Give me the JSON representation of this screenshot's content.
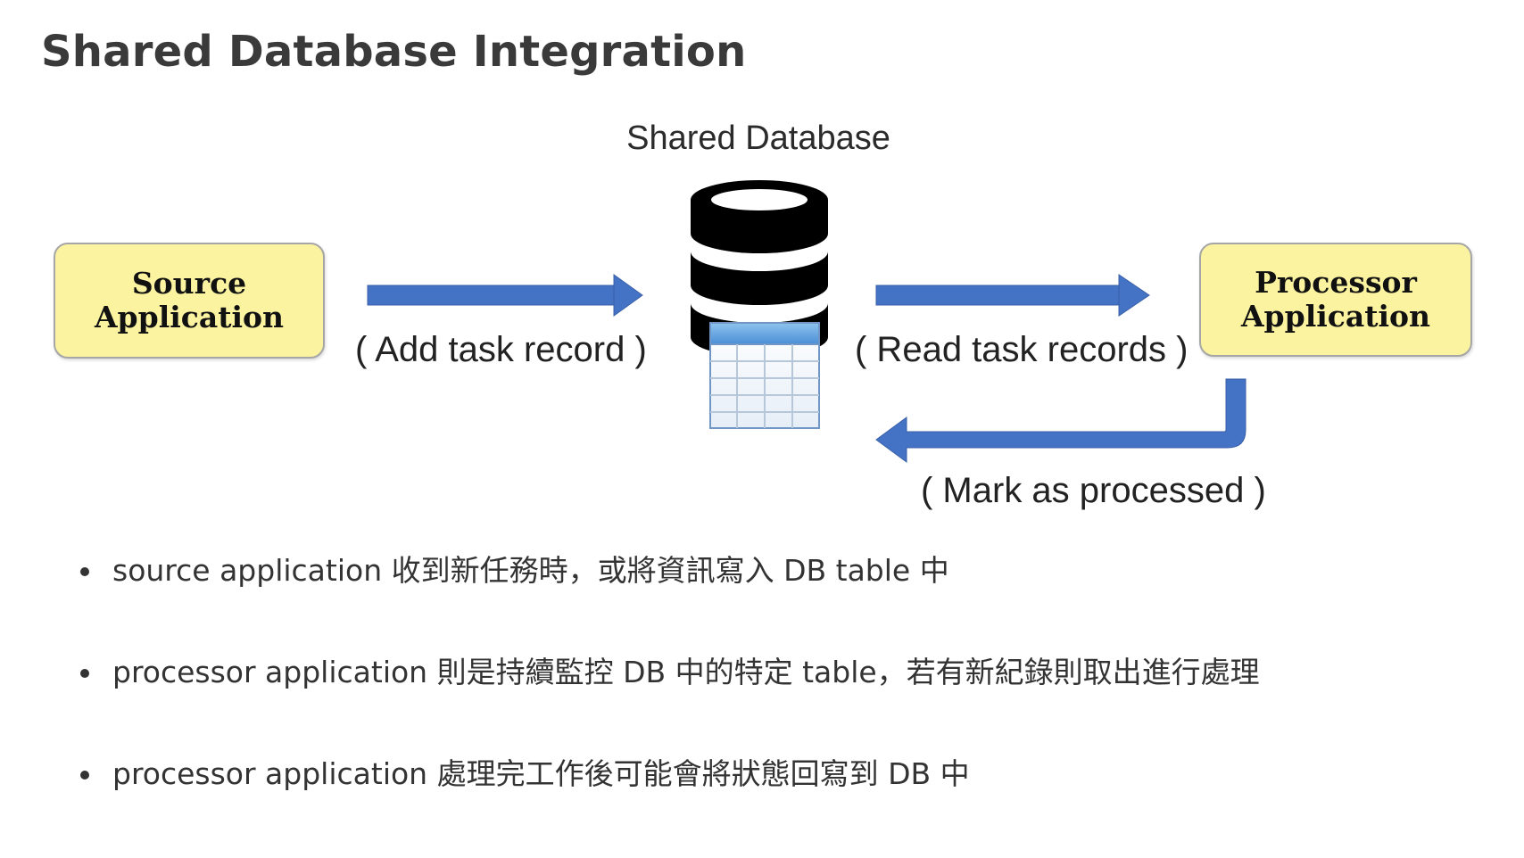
{
  "page": {
    "title": "Shared Database Integration"
  },
  "diagram": {
    "database_label": "Shared Database",
    "source_app": {
      "line1": "Source",
      "line2": "Application",
      "fill_color": "#fbf3a0"
    },
    "processor_app": {
      "line1": "Processor",
      "line2": "Application",
      "fill_color": "#fbf3a0"
    },
    "arrows": {
      "color": "#4472c4",
      "add_label": "( Add task record )",
      "read_label": "( Read task records )",
      "mark_label": "( Mark as processed )"
    },
    "icons": {
      "database": "database-cylinder-icon",
      "table": "table-grid-icon"
    }
  },
  "bullets": [
    {
      "text": "source application 收到新任務時，或將資訊寫入 DB table 中"
    },
    {
      "text": "processor application 則是持續監控 DB 中的特定 table，若有新紀錄則取出進行處理"
    },
    {
      "text": "processor application 處理完工作後可能會將狀態回寫到 DB 中"
    }
  ]
}
